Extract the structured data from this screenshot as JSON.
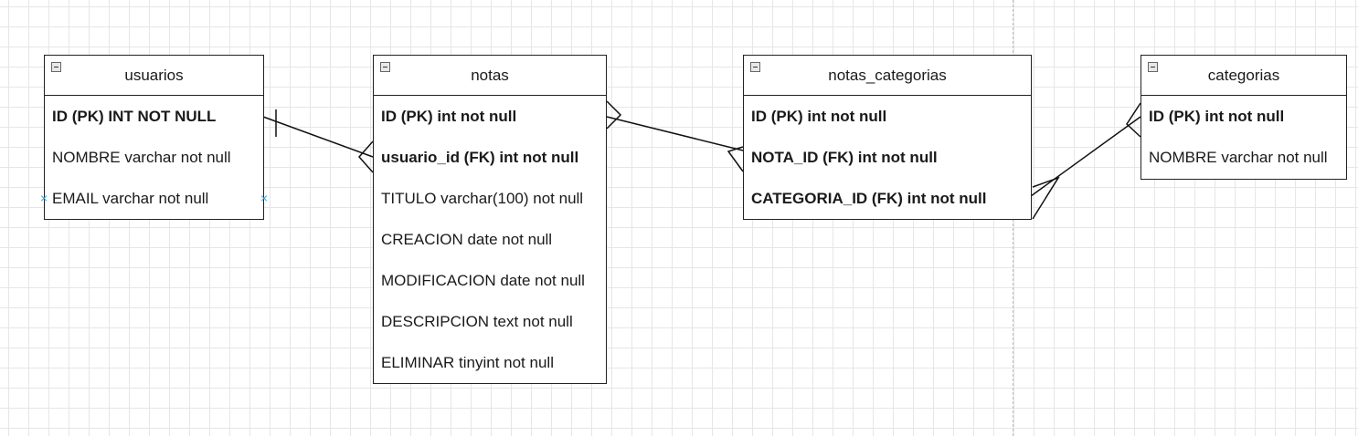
{
  "entities": [
    {
      "name": "usuarios",
      "fields": [
        {
          "label": "ID (PK) INT NOT NULL",
          "bold": true
        },
        {
          "label": "NOMBRE varchar not null",
          "bold": false
        },
        {
          "label": "EMAIL varchar not null",
          "bold": false,
          "selected": true
        }
      ]
    },
    {
      "name": "notas",
      "fields": [
        {
          "label": "ID (PK) int not null",
          "bold": true
        },
        {
          "label": "usuario_id (FK) int not null",
          "bold": true
        },
        {
          "label": "TITULO varchar(100) not null",
          "bold": false
        },
        {
          "label": "CREACION date not null",
          "bold": false
        },
        {
          "label": "MODIFICACION date not null",
          "bold": false
        },
        {
          "label": "DESCRIPCION text not null",
          "bold": false
        },
        {
          "label": "ELIMINAR tinyint not null",
          "bold": false
        }
      ]
    },
    {
      "name": "notas_categorias",
      "fields": [
        {
          "label": "ID (PK) int not null",
          "bold": true
        },
        {
          "label": "NOTA_ID (FK) int not null",
          "bold": true
        },
        {
          "label": "CATEGORIA_ID (FK) int not null",
          "bold": true
        }
      ]
    },
    {
      "name": "categorias",
      "fields": [
        {
          "label": "ID (PK) int not null",
          "bold": true
        },
        {
          "label": "NOMBRE varchar not null",
          "bold": false
        }
      ]
    }
  ],
  "relations": [
    {
      "from": "usuarios",
      "to": "notas",
      "from_end": "one",
      "to_end": "many"
    },
    {
      "from": "notas",
      "to": "notas_categorias",
      "from_end": "many",
      "to_end": "many"
    },
    {
      "from": "notas_categorias",
      "to": "categorias",
      "from_end": "many",
      "to_end": "many"
    }
  ]
}
